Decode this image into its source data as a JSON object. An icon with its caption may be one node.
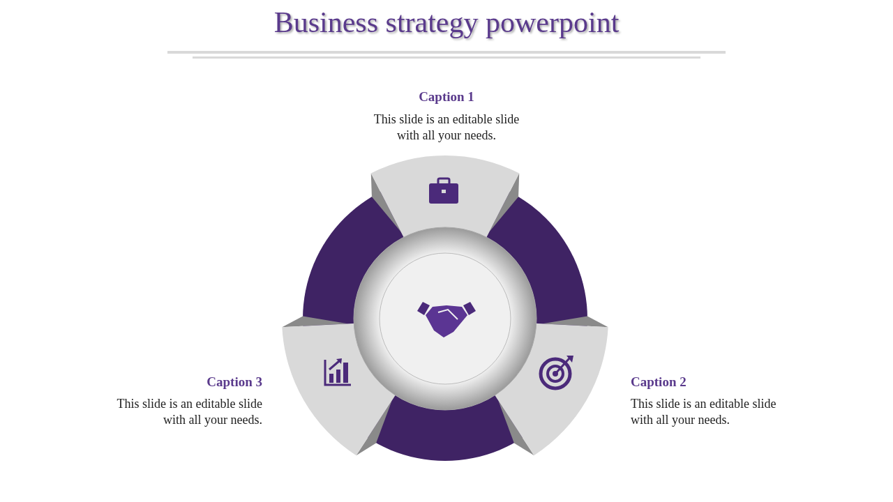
{
  "diagram": {
    "title": "Business strategy powerpoint",
    "labels": [
      "Caption 1",
      "This slide is an editable slide with all your needs.",
      "Caption 3",
      "This slide is an editable slide with all your needs.",
      "Caption 2",
      "This slide is an editable slide with all your needs."
    ]
  }
}
